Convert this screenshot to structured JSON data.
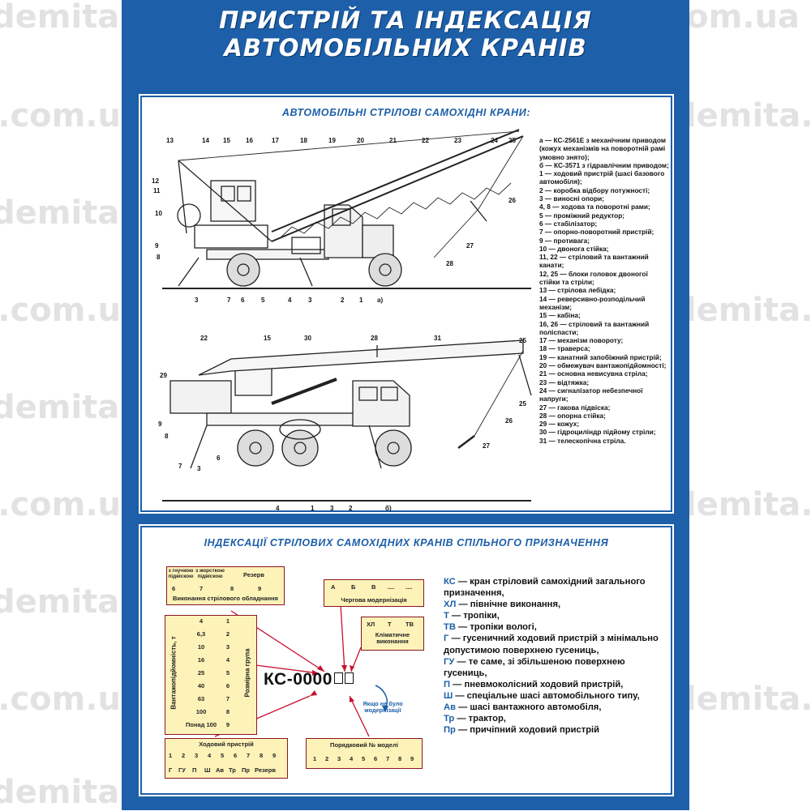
{
  "title_line1": "ПРИСТРІЙ ТА ІНДЕКСАЦІЯ",
  "title_line2": "АВТОМОБІЛЬНИХ КРАНІВ",
  "section1_title": "АВТОМОБІЛЬНІ СТРІЛОВІ САМОХІДНІ КРАНИ:",
  "section2_title": "ІНДЕКСАЦІЇ СТРІЛОВИХ САМОХІДНИХ КРАНІВ СПІЛЬНОГО ПРИЗНАЧЕННЯ",
  "watermark": "demita.com.ua",
  "fig_a_label": "а)",
  "fig_b_label": "б)",
  "legend": [
    "а — КС-2561Е з механічним приводом (кожух механізмів на поворотній рамі умовно знято);",
    "б — КС-3571 з гідравлічним приводом;",
    "1 — ходовий пристрій (шасі базового автомобіля);",
    "2 — коробка відбору потужності;",
    "3 — виносні опори;",
    "4, 8 — ходова та поворотні рами;",
    "5 — проміжний редуктор;",
    "6 — стабілізатор;",
    "7 — опорно-поворотний пристрій;",
    "9 — противага;",
    "10 — двонога стійка;",
    "11, 22 — стріловий та вантажний канати;",
    "12, 25 — блоки головок двоногої стійки та стріли;",
    "13 — стрілова лебідка;",
    "14 — реверсивно-розподільчий механізм;",
    "15 — кабіна;",
    "16, 26 — стріловий та вантажний поліспасти;",
    "17 — механізм повороту;",
    "18 — траверса;",
    "19 — канатний запобіжний пристрій;",
    "20 — обмежувач вантажопідйомності;",
    "21 — основна невисувна стріла;",
    "23 — відтяжка;",
    "24 — сигналізатор небезпечної напруги;",
    "27 — гакова підвіска;",
    "28 — опорна стійка;",
    "29 — кожух;",
    "30 — гідроциліндр підйому стріли;",
    "31 — телескопічна стріла."
  ],
  "codes": [
    {
      "k": "КС",
      "t": " — кран стріловий самохідний загального призначення,"
    },
    {
      "k": "ХЛ",
      "t": " — північне виконання,"
    },
    {
      "k": "Т",
      "t": " — тропіки,"
    },
    {
      "k": "ТВ",
      "t": " — тропіки вологі,"
    },
    {
      "k": "Г",
      "t": " — гусеничний ходовий пристрій з мінімально допустимою поверхнею гусениць,"
    },
    {
      "k": "ГУ",
      "t": " — те саме, зі збільшеною поверхнею гусениць,"
    },
    {
      "k": "П",
      "t": " — пневмоколісний ходовий пристрій,"
    },
    {
      "k": "Ш",
      "t": " — спеціальне шасі автомобільного типу,"
    },
    {
      "k": "Ав",
      "t": " — шасі вантажного автомобіля,"
    },
    {
      "k": "Тр",
      "t": " — трактор,"
    },
    {
      "k": "Пр",
      "t": " — причіпний ходовий пристрій"
    }
  ],
  "index_code": "КС-0000",
  "boom_box": {
    "col1": "з гнучкою підвіскою",
    "col2": "з жорсткою підвіскою",
    "col3": "Резерв",
    "nums": [
      "6",
      "7",
      "8",
      "9"
    ],
    "caption": "Виконання стрілового обладнання"
  },
  "mod_box": {
    "letters": [
      "А",
      "Б",
      "В",
      "....",
      "...."
    ],
    "caption": "Чергова модернізація"
  },
  "climate_box": {
    "letters": [
      "ХЛ",
      "Т",
      "ТВ"
    ],
    "caption": "Кліматичне виконання"
  },
  "capacity_box": {
    "side_label": "Вантажопідйомність, т",
    "right_label": "Розмірна група",
    "rows": [
      [
        "4",
        "1"
      ],
      [
        "6,3",
        "2"
      ],
      [
        "10",
        "3"
      ],
      [
        "16",
        "4"
      ],
      [
        "25",
        "5"
      ],
      [
        "40",
        "6"
      ],
      [
        "63",
        "7"
      ],
      [
        "100",
        "8"
      ],
      [
        "Понад 100",
        "9"
      ]
    ]
  },
  "chassis_box": {
    "caption": "Ходовий пристрій",
    "nums": [
      "1",
      "2",
      "3",
      "4",
      "5",
      "6",
      "7",
      "8",
      "9"
    ],
    "letters": [
      "Г",
      "ГУ",
      "П",
      "Ш",
      "Ав",
      "Тр",
      "Пр",
      "Резерв"
    ]
  },
  "model_box": {
    "caption": "Порядковий № моделі",
    "nums": [
      "1",
      "2",
      "3",
      "4",
      "5",
      "6",
      "7",
      "8",
      "9"
    ]
  },
  "note": "Якщо не було модернізації",
  "callouts_a": [
    "13",
    "14",
    "15",
    "16",
    "17",
    "18",
    "19",
    "20",
    "21",
    "22",
    "23",
    "24",
    "25",
    "12",
    "11",
    "10",
    "9",
    "8",
    "26",
    "27",
    "28",
    "3",
    "7",
    "6",
    "5",
    "4",
    "3",
    "2",
    "1"
  ],
  "callouts_b": [
    "22",
    "15",
    "30",
    "28",
    "31",
    "25",
    "29",
    "9",
    "8",
    "7",
    "3",
    "6",
    "4",
    "1",
    "3",
    "2",
    "26",
    "25",
    "27"
  ]
}
